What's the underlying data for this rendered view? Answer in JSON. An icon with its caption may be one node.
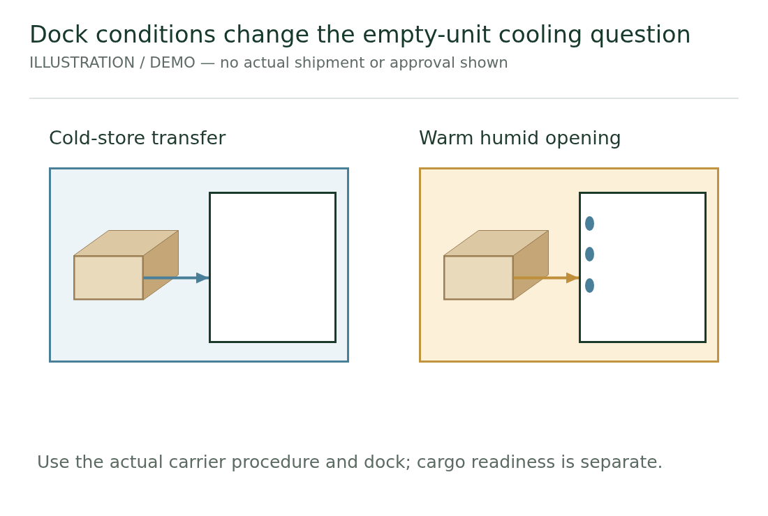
{
  "diagram": {
    "title": "Dock conditions change the empty-unit cooling question",
    "nodes": [
      {
        "text": [
          "Cold-store transfer"
        ]
      },
      {
        "text": [],
        "shape": "cube",
        "in": 0
      },
      {
        "text": [],
        "shape": "box",
        "in": 0
      },
      {
        "text": [
          "Warm humid opening"
        ]
      },
      {
        "text": [],
        "shape": "cube",
        "in": 3
      },
      {
        "text": [],
        "shape": "box",
        "in": 3
      }
    ],
    "edges": [
      {
        "from": 1,
        "to": 2,
        "arrow": "to",
        "color": "#4a7f9a"
      },
      {
        "from": 4,
        "to": 5,
        "arrow": "to",
        "color": "#c08f3c"
      }
    ],
    "labels": [
      "ILLUSTRATION / DEMO — no actual shipment or approval shown",
      "Use the actual carrier procedure and dock; cargo readiness is separate."
    ]
  }
}
